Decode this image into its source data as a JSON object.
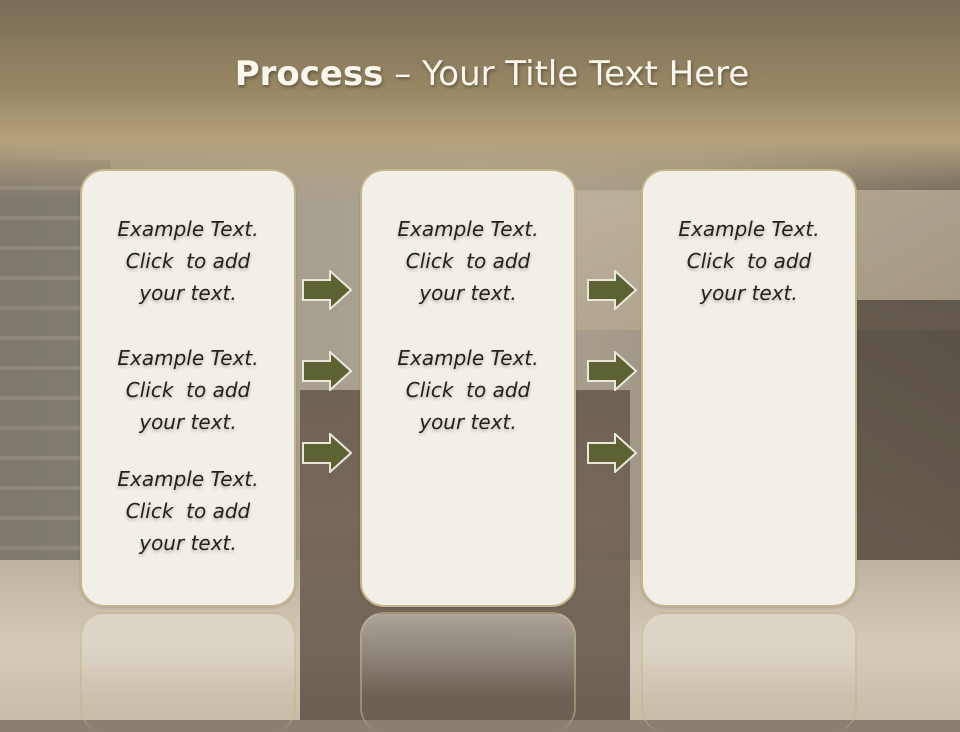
{
  "title": {
    "bold": "Process",
    "rest": " – Your Title Text Here"
  },
  "colors": {
    "box_fill": "#f2efe8",
    "box_border": "#c4b48c",
    "arrow_fill": "#5d6233",
    "arrow_stroke": "#e9e6dc",
    "title_text": "#fbf7ec",
    "body_text": "#262218"
  },
  "columns": [
    {
      "blocks": [
        {
          "line1": "Example Text.",
          "line2": "Click  to add",
          "line3": "your text."
        },
        {
          "line1": "Example Text.",
          "line2": "Click  to add",
          "line3": "your text."
        },
        {
          "line1": "Example Text.",
          "line2": "Click  to add",
          "line3": "your text."
        }
      ]
    },
    {
      "blocks": [
        {
          "line1": "Example Text.",
          "line2": "Click  to add",
          "line3": "your text."
        },
        {
          "line1": "Example Text.",
          "line2": "Click  to add",
          "line3": "your text."
        }
      ]
    },
    {
      "blocks": [
        {
          "line1": "Example Text.",
          "line2": "Click  to add",
          "line3": "your text."
        }
      ]
    }
  ],
  "arrow_icon": "right-arrow-icon"
}
